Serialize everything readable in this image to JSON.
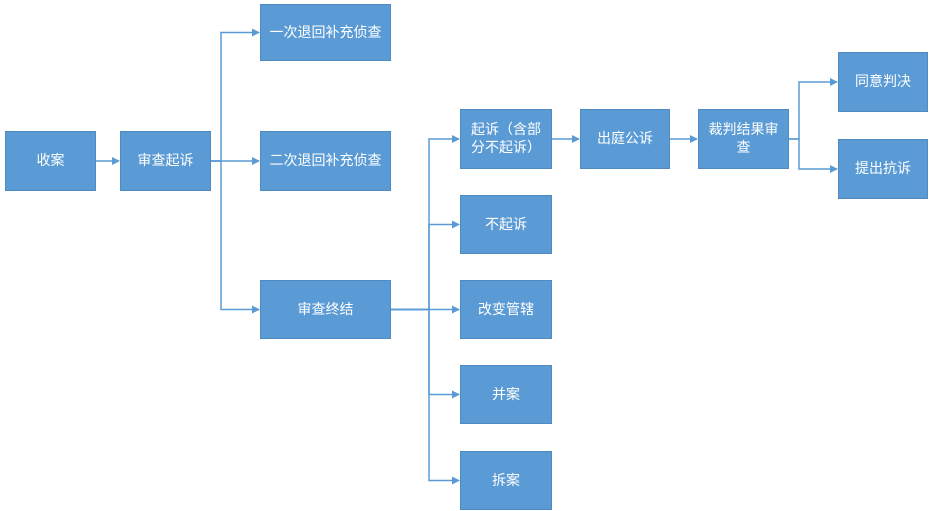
{
  "diagram": {
    "nodes": {
      "receive": "收案",
      "review_prosecution": "审查起诉",
      "first_return": "一次退回补充侦查",
      "second_return": "二次退回补充侦查",
      "review_end": "审查终结",
      "prosecute": "起诉（含部分不起诉）",
      "no_prosecute": "不起诉",
      "change_jurisdiction": "改变管辖",
      "merge_case": "并案",
      "split_case": "拆案",
      "court_appearance": "出庭公诉",
      "judgment_review": "裁判结果审查",
      "agree_judgment": "同意判决",
      "protest": "提出抗诉"
    },
    "edges": [
      [
        "receive",
        "review_prosecution"
      ],
      [
        "review_prosecution",
        "first_return"
      ],
      [
        "review_prosecution",
        "second_return"
      ],
      [
        "review_prosecution",
        "review_end"
      ],
      [
        "review_end",
        "prosecute"
      ],
      [
        "review_end",
        "no_prosecute"
      ],
      [
        "review_end",
        "change_jurisdiction"
      ],
      [
        "review_end",
        "merge_case"
      ],
      [
        "review_end",
        "split_case"
      ],
      [
        "prosecute",
        "court_appearance"
      ],
      [
        "court_appearance",
        "judgment_review"
      ],
      [
        "judgment_review",
        "agree_judgment"
      ],
      [
        "judgment_review",
        "protest"
      ]
    ],
    "colors": {
      "box_fill": "#5b9bd5",
      "box_text": "#ffffff",
      "connector": "#5b9bd5"
    }
  }
}
